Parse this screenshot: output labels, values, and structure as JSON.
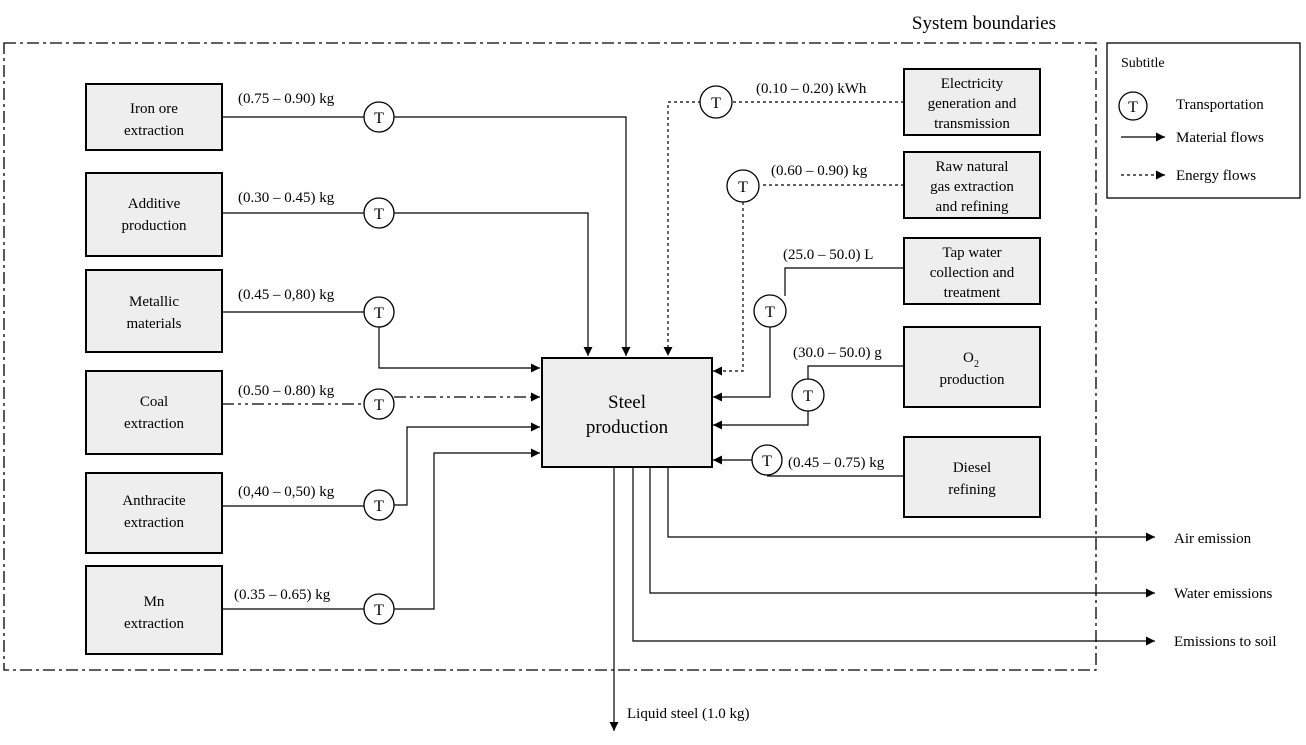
{
  "boundary_title": "System boundaries",
  "legend": {
    "title": "Subtitle",
    "t_symbol": "T",
    "transport": "Transportation",
    "material": "Material flows",
    "energy": "Energy flows"
  },
  "center": [
    "Steel",
    "production"
  ],
  "transport_symbol": "T",
  "inputs_left": [
    {
      "name": [
        "Iron ore",
        "extraction"
      ],
      "amount": "(0.75 – 0.90)  kg"
    },
    {
      "name": [
        "Additive",
        "production"
      ],
      "amount": "(0.30 – 0.45) kg"
    },
    {
      "name": [
        "Metallic",
        "materials"
      ],
      "amount": "(0.45 – 0,80) kg"
    },
    {
      "name": [
        "Coal",
        "extraction"
      ],
      "amount": "(0.50 – 0.80) kg"
    },
    {
      "name": [
        "Anthracite",
        "extraction"
      ],
      "amount": "(0,40 – 0,50) kg"
    },
    {
      "name": [
        "Mn",
        "extraction"
      ],
      "amount": "(0.35 – 0.65) kg"
    }
  ],
  "inputs_right": [
    {
      "name": [
        "Electricity",
        "generation  and",
        "transmission"
      ],
      "amount": "(0.10 – 0.20) kWh"
    },
    {
      "name": [
        "Raw natural",
        "gas extraction",
        "and refining"
      ],
      "amount": "(0.60 – 0.90) kg"
    },
    {
      "name": [
        "Tap water",
        "collection and",
        "treatment"
      ],
      "amount": "(25.0 – 50.0) L"
    },
    {
      "name": [
        "O",
        "production"
      ],
      "subscript": "2",
      "amount": "(30.0 – 50.0) g"
    },
    {
      "name": [
        "Diesel",
        "refining"
      ],
      "amount": "(0.45 – 0.75) kg"
    }
  ],
  "outputs": {
    "air": "Air emission",
    "water": "Water emissions",
    "soil": "Emissions to soil",
    "product": "Liquid steel (1.0 kg)"
  }
}
